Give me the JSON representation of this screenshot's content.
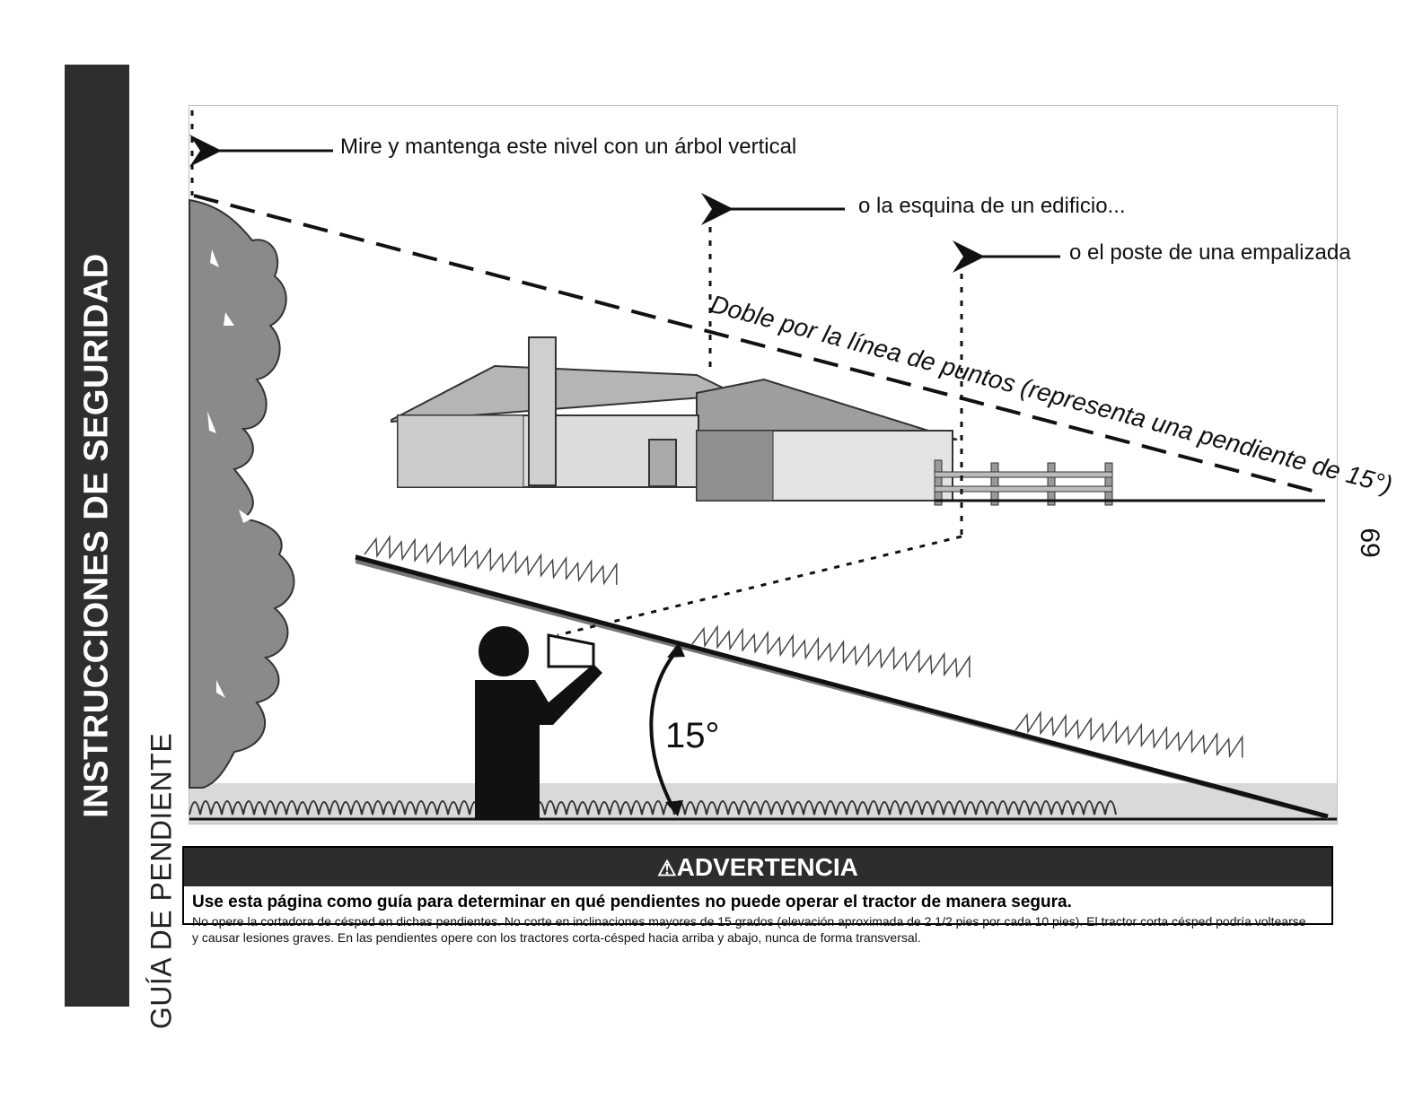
{
  "side_tab": {
    "title": "INSTRUCCIONES DE SEGURIDAD"
  },
  "side_subtitle": "GUÍA DE PENDIENTE",
  "page_number": "69",
  "illustration": {
    "arrow_label_tree": "Mire y mantenga este nivel con un árbol vertical",
    "arrow_label_building": "o la esquina de un edificio...",
    "arrow_label_fence": "o el poste de una empalizada",
    "dotted_line_label": "Doble por la línea de puntos (representa una pendiente de 15°)",
    "angle_label": "15°"
  },
  "warning": {
    "icon": "warning-triangle-icon",
    "heading": "ADVERTENCIA",
    "lead": "Use esta página como guía para determinar en qué pendientes no puede operar el tractor de manera segura.",
    "body": "No opere la cortadora de césped en dichas pendientes. No corte en inclinaciones mayores de 15 grados (elevación aproximada de 2 1/2 pies por cada 10 pies).  El tractor corta césped podría voltearse y causar lesiones graves. En las pendientes opere con los tractores corta-césped hacia arriba y abajo, nunca de forma transversal."
  }
}
